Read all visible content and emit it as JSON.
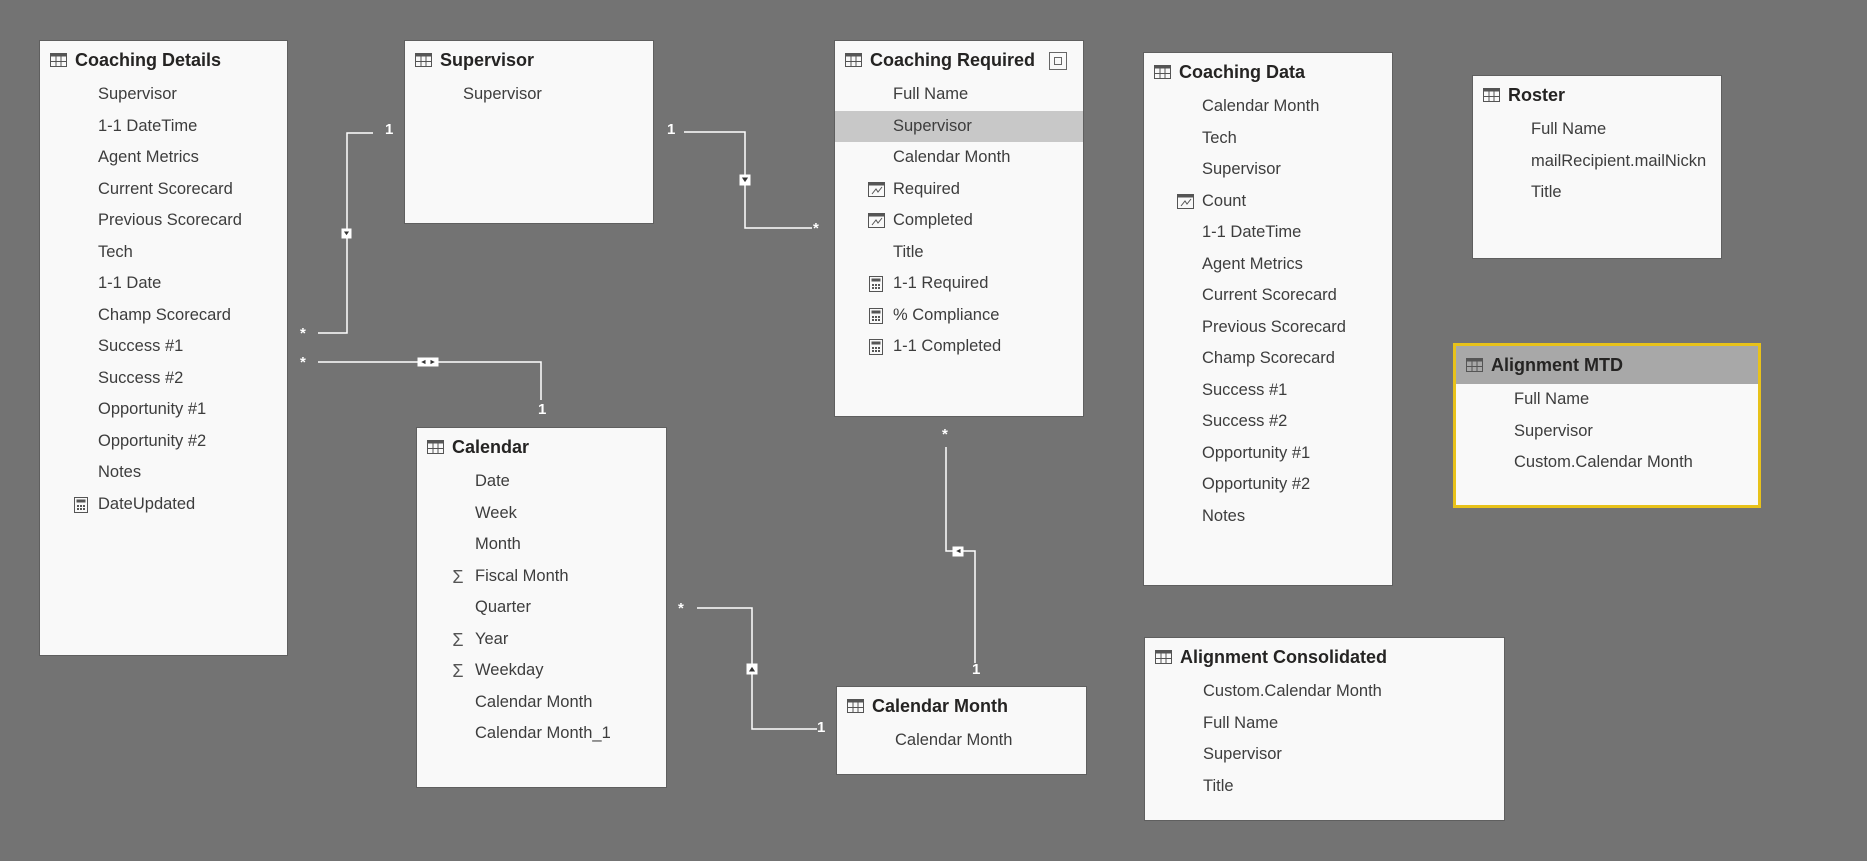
{
  "tables": {
    "coaching_details": {
      "title": "Coaching Details",
      "fields": [
        "Supervisor",
        "1-1 DateTime",
        "Agent Metrics",
        "Current Scorecard",
        "Previous Scorecard",
        "Tech",
        "1-1 Date",
        "Champ Scorecard",
        "Success #1",
        "Success #2",
        "Opportunity #1",
        "Opportunity #2",
        "Notes",
        "DateUpdated"
      ],
      "field_icons": [
        "",
        "",
        "",
        "",
        "",
        "",
        "",
        "",
        "",
        "",
        "",
        "",
        "",
        "calculator-icon"
      ]
    },
    "supervisor": {
      "title": "Supervisor",
      "fields": [
        "Supervisor"
      ]
    },
    "coaching_required": {
      "title": "Coaching Required",
      "fields": [
        "Full Name",
        "Supervisor",
        "Calendar Month",
        "Required",
        "Completed",
        "Title",
        "1-1 Required",
        "% Compliance",
        "1-1 Completed"
      ],
      "field_icons": [
        "",
        "",
        "",
        "kpi-icon",
        "kpi-icon",
        "",
        "calculator-icon",
        "calculator-icon",
        "calculator-icon"
      ],
      "highlighted_field": "Supervisor"
    },
    "coaching_data": {
      "title": "Coaching Data",
      "fields": [
        "Calendar Month",
        "Tech",
        "Supervisor",
        "Count",
        "1-1 DateTime",
        "Agent Metrics",
        "Current Scorecard",
        "Previous Scorecard",
        "Champ Scorecard",
        "Success #1",
        "Success #2",
        "Opportunity #1",
        "Opportunity #2",
        "Notes"
      ],
      "field_icons": [
        "",
        "",
        "",
        "kpi-icon",
        "",
        "",
        "",
        "",
        "",
        "",
        "",
        "",
        "",
        ""
      ]
    },
    "roster": {
      "title": "Roster",
      "fields": [
        "Full Name",
        "mailRecipient.mailNickn",
        "Title"
      ]
    },
    "alignment_mtd": {
      "title": "Alignment MTD",
      "fields": [
        "Full Name",
        "Supervisor",
        "Custom.Calendar Month"
      ]
    },
    "calendar": {
      "title": "Calendar",
      "fields": [
        "Date",
        "Week",
        "Month",
        "Fiscal Month",
        "Quarter",
        "Year",
        "Weekday",
        "Calendar Month",
        "Calendar Month_1"
      ],
      "field_icons": [
        "",
        "",
        "",
        "sigma-icon",
        "",
        "sigma-icon",
        "sigma-icon",
        "",
        ""
      ]
    },
    "calendar_month": {
      "title": "Calendar Month",
      "fields": [
        "Calendar Month"
      ]
    },
    "alignment_consolidated": {
      "title": "Alignment Consolidated",
      "fields": [
        "Custom.Calendar Month",
        "Full Name",
        "Supervisor",
        "Title"
      ]
    }
  },
  "relationships": {
    "one": "1",
    "many": "*"
  },
  "colors": {
    "canvas": "#737373",
    "card": "#f9f9f9",
    "selected_border": "#e8c21a",
    "highlight": "#c8c8c8",
    "connector": "#ffffff"
  }
}
